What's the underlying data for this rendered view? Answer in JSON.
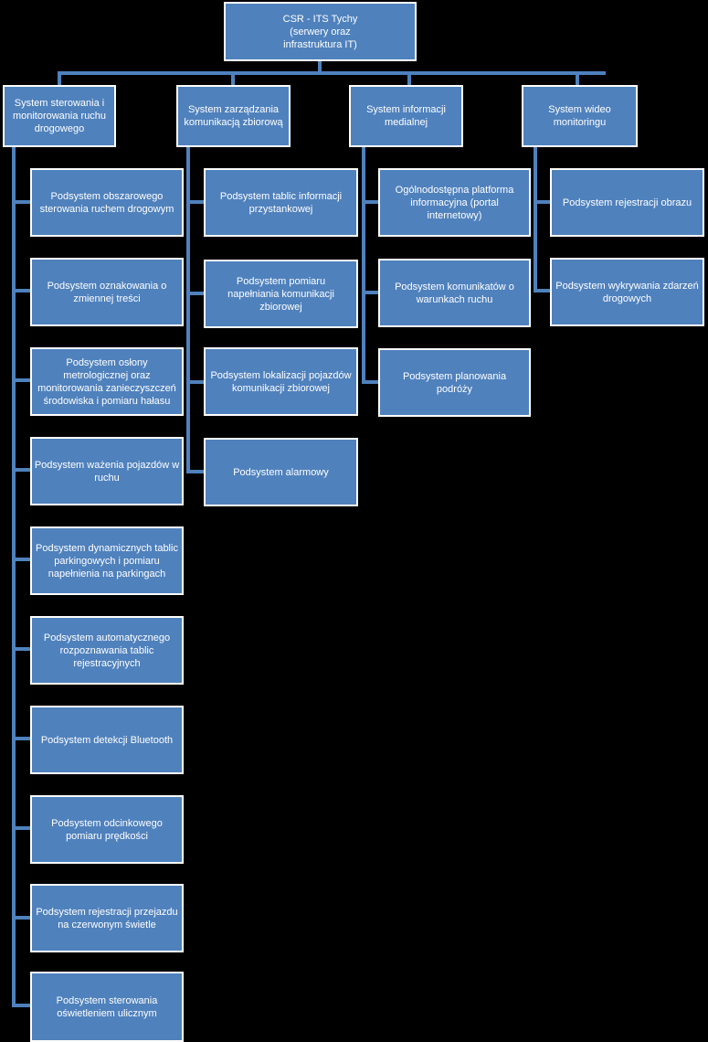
{
  "colors": {
    "background": "#000000",
    "box_fill": "#4f81bd",
    "box_border": "#ffffff",
    "connector": "#4f81bd",
    "text": "#ffffff"
  },
  "root": {
    "label": "CSR - ITS Tychy\n(serwery oraz\ninfrastruktura IT)"
  },
  "systems": [
    {
      "label": "System sterowania i\nmonitorowania ruchu\ndrogowego",
      "subsystems": [
        "Podsystem obszarowego\nsterowania ruchem drogowym",
        "Podsystem oznakowania o\nzmiennej treści",
        "Podsystem osłony\nmetrologicznej oraz\nmonitorowania zanieczyszczeń\nśrodowiska i pomiaru hałasu",
        "Podsystem ważenia pojazdów w\nruchu",
        "Podsystem dynamicznych tablic\nparkingowych i pomiaru\nnapełnienia na parkingach",
        "Podsystem automatycznego\nrozpoznawania tablic\nrejestracyjnych",
        "Podsystem  detekcji Bluetooth",
        "Podsystem odcinkowego\npomiaru prędkości",
        "Podsystem rejestracji przejazdu\nna czerwonym świetle",
        "Podsystem  sterowania\noświetleniem ulicznym"
      ]
    },
    {
      "label": "System zarządzania\nkomunikacją zbiorową",
      "subsystems": [
        "Podsystem  tablic informacji\nprzystankowej",
        "Podsystem  pomiaru\nnapełniania komunikacji\nzbiorowej",
        "Podsystem  lokalizacji pojazdów\nkomunikacji zbiorowej",
        "Podsystem  alarmowy"
      ]
    },
    {
      "label": "System informacji\nmedialnej",
      "subsystems": [
        "Ogólnodostępna platforma\ninformacyjna (portal\ninternetowy)",
        "Podsystem  komunikatów o\nwarunkach ruchu",
        "Podsystem  planowania\npodróży"
      ]
    },
    {
      "label": "System wideo\nmonitoringu",
      "subsystems": [
        "Podsystem rejestracji obrazu",
        "Podsystem wykrywania zdarzeń\ndrogowych"
      ]
    }
  ]
}
